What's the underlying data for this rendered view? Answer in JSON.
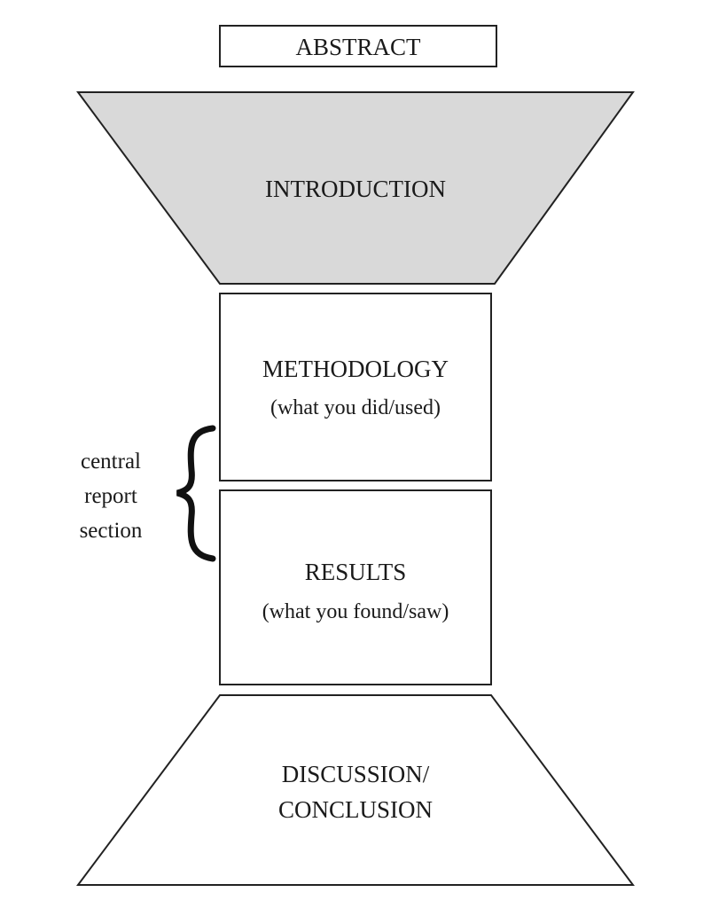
{
  "abstract": {
    "label": "ABSTRACT"
  },
  "introduction": {
    "label": "INTRODUCTION",
    "fill": "#d9d9d9"
  },
  "methodology": {
    "label": "METHODOLOGY",
    "sublabel": "(what you did/used)"
  },
  "results": {
    "label": "RESULTS",
    "sublabel": "(what you found/saw)"
  },
  "discussion": {
    "label_line1": "DISCUSSION/",
    "label_line2": "CONCLUSION"
  },
  "central_report": {
    "line1": "central",
    "line2": "report",
    "line3": "section"
  },
  "colors": {
    "stroke": "#222222",
    "text": "#1a1a1a",
    "intro_fill": "#d9d9d9",
    "background": "#ffffff"
  }
}
